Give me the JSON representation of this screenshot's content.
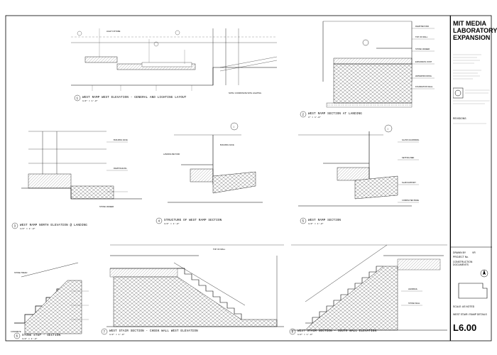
{
  "title_block": {
    "project_title": "MIT MEDIA LABORATORY EXPANSION",
    "revisions_label": "REVISIONS",
    "drawn_label": "DRAWN BY",
    "drawn_value": "VR",
    "project_no_label": "PROJECT No.",
    "phase_label": "CONSTRUCTION DOCUMENTS",
    "sheet_title": "WEST STAIR / RAMP DETAILS",
    "scale_label": "SCALE: AS NOTED",
    "sheet_number": "L6.00"
  },
  "details": [
    {
      "num": "1",
      "title": "WEST RAMP WEST ELEVATION - GENERAL AND LIGHTING LAYOUT",
      "scale": "1/4\" = 1'-0\""
    },
    {
      "num": "2",
      "title": "WEST RAMP SECTION AT LANDING",
      "scale": "1\" = 1'-0\""
    },
    {
      "num": "3",
      "title": "WEST RAMP NORTH ELEVATION @ LANDING",
      "scale": "1/4\" = 1'-0\""
    },
    {
      "num": "4",
      "title": "STRUCTURE OF WEST RAMP SECTION",
      "scale": "1/4\" = 1'-0\""
    },
    {
      "num": "5",
      "title": "WEST RAMP SECTION",
      "scale": "1/4\" = 1'-0\""
    },
    {
      "num": "6",
      "title": "STONE STEP - SECTION",
      "scale": "1/2\" = 1'-0\""
    },
    {
      "num": "7",
      "title": "WEST STAIR SECTION - CHEEK WALL WEST ELEVATION",
      "scale": "1/2\" = 1'-0\""
    },
    {
      "num": "8",
      "title": "WEST STAIR SECTION - SOUTH WALL ELEVATION",
      "scale": "1/2\" = 1'-0\""
    }
  ]
}
